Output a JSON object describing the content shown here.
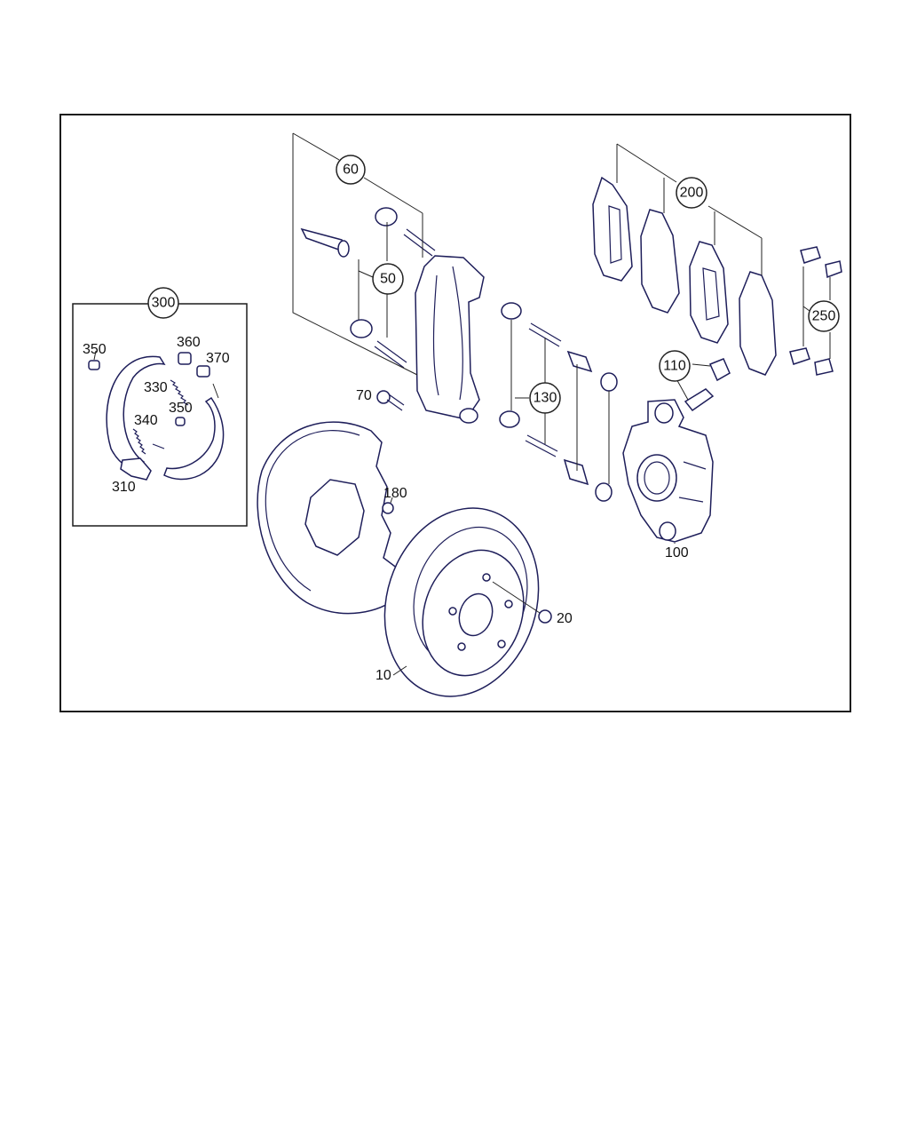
{
  "labels": {
    "p10": "10",
    "p20": "20",
    "p50": "50",
    "p60": "60",
    "p70": "70",
    "p100": "100",
    "p110": "110",
    "p130": "130",
    "p180": "180",
    "p200": "200",
    "p250": "250",
    "p300": "300",
    "p310": "310",
    "p330": "330",
    "p340": "340",
    "p350a": "350",
    "p350b": "350",
    "p360": "360",
    "p370": "370"
  }
}
